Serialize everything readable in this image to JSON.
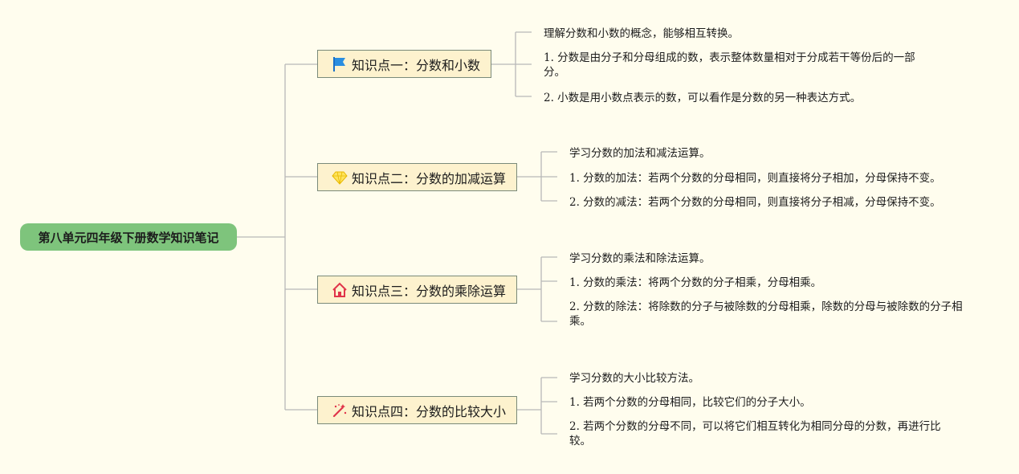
{
  "root": {
    "label": "第八单元四年级下册数学知识笔记"
  },
  "branches": [
    {
      "label": "知识点一：分数和小数",
      "icon": "blue-flag-icon",
      "items": [
        "理解分数和小数的概念，能够相互转换。",
        "1. 分数是由分子和分母组成的数，表示整体数量相对于分成若干等份后的一部分。",
        "2. 小数是用小数点表示的数，可以看作是分数的另一种表达方式。"
      ]
    },
    {
      "label": "知识点二：分数的加减运算",
      "icon": "diamond-icon",
      "items": [
        "学习分数的加法和减法运算。",
        "1. 分数的加法：若两个分数的分母相同，则直接将分子相加，分母保持不变。",
        "2. 分数的减法：若两个分数的分母相同，则直接将分子相减，分母保持不变。"
      ]
    },
    {
      "label": "知识点三：分数的乘除运算",
      "icon": "house-icon",
      "items": [
        "学习分数的乘法和除法运算。",
        "1. 分数的乘法：将两个分数的分子相乘，分母相乘。",
        "2. 分数的除法：将除数的分子与被除数的分母相乘，除数的分母与被除数的分子相乘。"
      ]
    },
    {
      "label": "知识点四：分数的比较大小",
      "icon": "magic-wand-icon",
      "items": [
        "学习分数的大小比较方法。",
        "1. 若两个分数的分母相同，比较它们的分子大小。",
        "2. 若两个分数的分母不同，可以将它们相互转化为相同分母的分数，再进行比较。"
      ]
    }
  ],
  "colors": {
    "root": "#7ec47c",
    "branch": "#fdf2ce",
    "line": "#b8b8b8",
    "background": "#fffdee"
  }
}
